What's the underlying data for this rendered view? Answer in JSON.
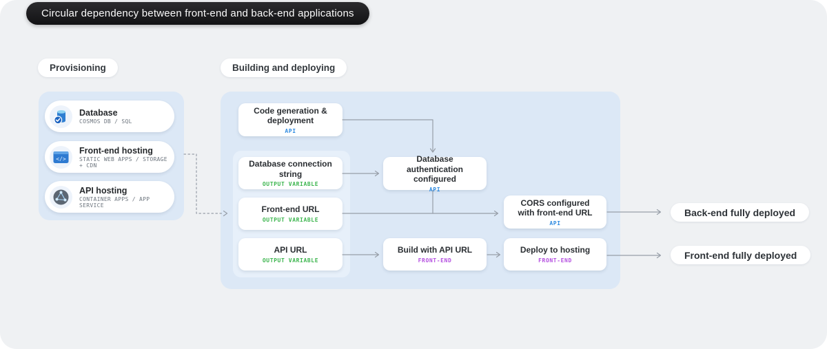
{
  "title": "Circular dependency between front-end and back-end applications",
  "sections": {
    "provisioning": "Provisioning",
    "building": "Building and deploying"
  },
  "provisioning": {
    "items": [
      {
        "title": "Database",
        "subtitle": "COSMOS DB / SQL",
        "icon": "database-icon"
      },
      {
        "title": "Front-end hosting",
        "subtitle": "STATIC WEB APPS / STORAGE + CDN",
        "icon": "code-window-icon"
      },
      {
        "title": "API hosting",
        "subtitle": "CONTAINER APPS / APP SERVICE",
        "icon": "globe-network-icon"
      }
    ]
  },
  "nodes": {
    "code_gen": {
      "line1": "Code generation &",
      "line2": "deployment",
      "tag": "API"
    },
    "db_conn": {
      "title": "Database connection string",
      "tag": "OUTPUT VARIABLE"
    },
    "fe_url": {
      "title": "Front-end URL",
      "tag": "OUTPUT VARIABLE"
    },
    "api_url": {
      "title": "API URL",
      "tag": "OUTPUT VARIABLE"
    },
    "db_auth": {
      "line1": "Database authentication",
      "line2": "configured",
      "tag": "API"
    },
    "cors": {
      "line1": "CORS configured",
      "line2": "with front-end URL",
      "tag": "API"
    },
    "build": {
      "title": "Build with API URL",
      "tag": "FRONT-END"
    },
    "deploy": {
      "title": "Deploy to hosting",
      "tag": "FRONT-END"
    }
  },
  "outcomes": [
    {
      "label": "Back-end fully deployed"
    },
    {
      "label": "Front-end fully deployed"
    }
  ],
  "colors": {
    "tag_api": "#2e8ae0",
    "tag_output": "#3cb54e",
    "tag_frontend": "#b44fe0",
    "arrow": "#979ea8",
    "panel": "#dce8f6",
    "title_pill_bg": "#161618"
  }
}
